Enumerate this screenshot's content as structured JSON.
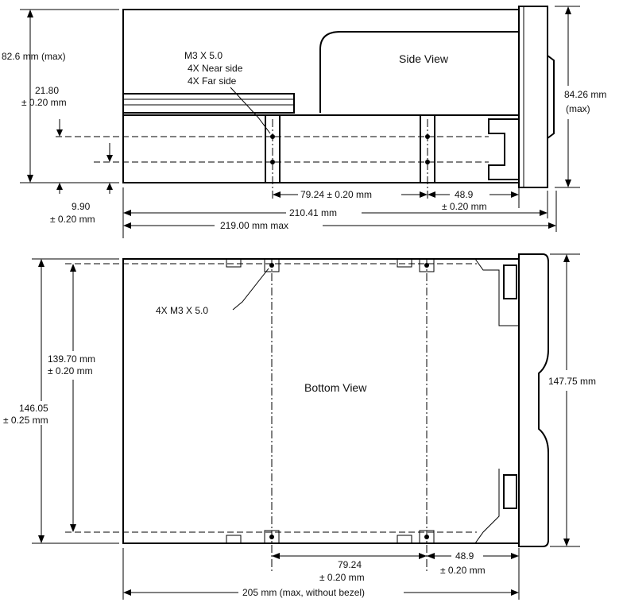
{
  "side_view": {
    "title": "Side View",
    "callout_screw": "M3 X 5.0",
    "callout_near": "4X Near side",
    "callout_far": "4X Far side",
    "height_left": "82.6 mm (max)",
    "hole_offset_value": "21.80",
    "hole_offset_tol": "± 0.20 mm",
    "bottom_offset_value": "9.90",
    "bottom_offset_tol": "± 0.20 mm",
    "bezel_height_value": "84.26 mm",
    "bezel_height_tol": "(max)",
    "hole_spacing": "79.24 ± 0.20 mm",
    "rear_hole_value": "48.9",
    "rear_hole_tol": "± 0.20 mm",
    "length_mid": "210.41 mm",
    "length_max": "219.00 mm max"
  },
  "bottom_view": {
    "title": "Bottom View",
    "callout_screw": "4X M3 X 5.0",
    "hole_span_value": "139.70 mm",
    "hole_span_tol": "± 0.20 mm",
    "width_value": "146.05",
    "width_tol": "± 0.25 mm",
    "bezel_width": "147.75 mm",
    "hole_spacing_value": "79.24",
    "hole_spacing_tol": "± 0.20 mm",
    "rear_hole_value": "48.9",
    "rear_hole_tol": "± 0.20 mm",
    "length": "205 mm (max, without bezel)"
  }
}
